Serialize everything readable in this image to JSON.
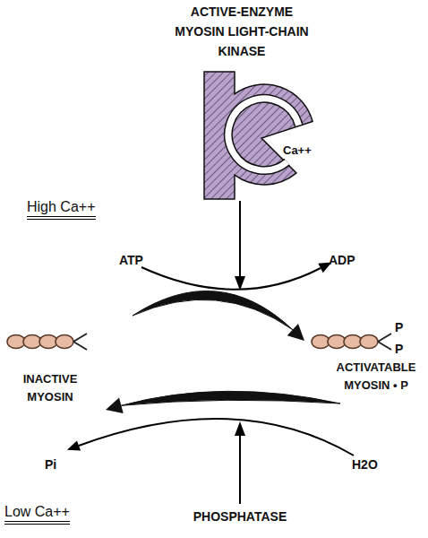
{
  "diagram": {
    "nodes": [
      {
        "text": [
          "ACTIVE-ENZYME MYOSIN LIGHT-CHAIN KINASE",
          "Ca++"
        ]
      },
      {
        "text": [
          "INACTIVE MYOSIN"
        ]
      },
      {
        "text": [
          "ACTIVATABLE MYOSIN • P"
        ]
      }
    ],
    "edges": [
      {
        "from": 1,
        "to": 2,
        "arrow": "to"
      },
      {
        "from": 2,
        "to": 1,
        "arrow": "to"
      }
    ],
    "labels": [
      "High Ca++",
      "ATP",
      "ADP",
      "P",
      "P",
      "Pi",
      "H2O",
      "Low Ca++",
      "PHOSPHATASE"
    ]
  }
}
